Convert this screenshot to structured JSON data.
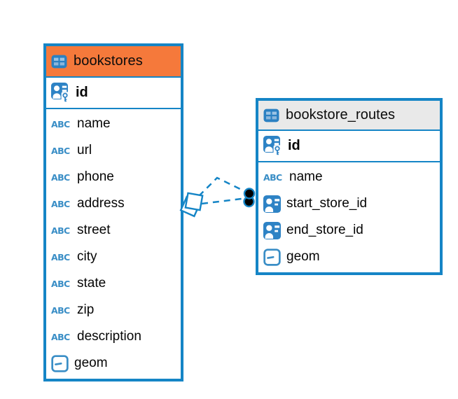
{
  "colors": {
    "accent_blue": "#1585c6",
    "icon_fill_blue": "#2e83c5",
    "icon_cell_blue": "#96c0e2",
    "abc_blue": "#3a8ec6",
    "bookstores_header": "#f5793b",
    "routes_header": "#e9e9e9",
    "text": "#050505",
    "relation_dot": "#000000"
  },
  "tables": [
    {
      "name": "bookstores",
      "header_color": "#f5793b",
      "id_column": {
        "name": "id",
        "type": "primary-key"
      },
      "columns": [
        {
          "name": "name",
          "type": "text"
        },
        {
          "name": "url",
          "type": "text"
        },
        {
          "name": "phone",
          "type": "text"
        },
        {
          "name": "address",
          "type": "text"
        },
        {
          "name": "street",
          "type": "text"
        },
        {
          "name": "city",
          "type": "text"
        },
        {
          "name": "state",
          "type": "text"
        },
        {
          "name": "zip",
          "type": "text"
        },
        {
          "name": "description",
          "type": "text"
        },
        {
          "name": "geom",
          "type": "geometry"
        }
      ]
    },
    {
      "name": "bookstore_routes",
      "header_color": "#e9e9e9",
      "id_column": {
        "name": "id",
        "type": "primary-key"
      },
      "columns": [
        {
          "name": "name",
          "type": "text"
        },
        {
          "name": "start_store_id",
          "type": "foreign-key"
        },
        {
          "name": "end_store_id",
          "type": "foreign-key"
        },
        {
          "name": "geom",
          "type": "geometry"
        }
      ]
    }
  ],
  "relations": [
    {
      "from_table": "bookstores",
      "to_table": "bookstore_routes",
      "style": "dashed"
    },
    {
      "from_table": "bookstores",
      "to_table": "bookstore_routes",
      "style": "dashed"
    }
  ]
}
